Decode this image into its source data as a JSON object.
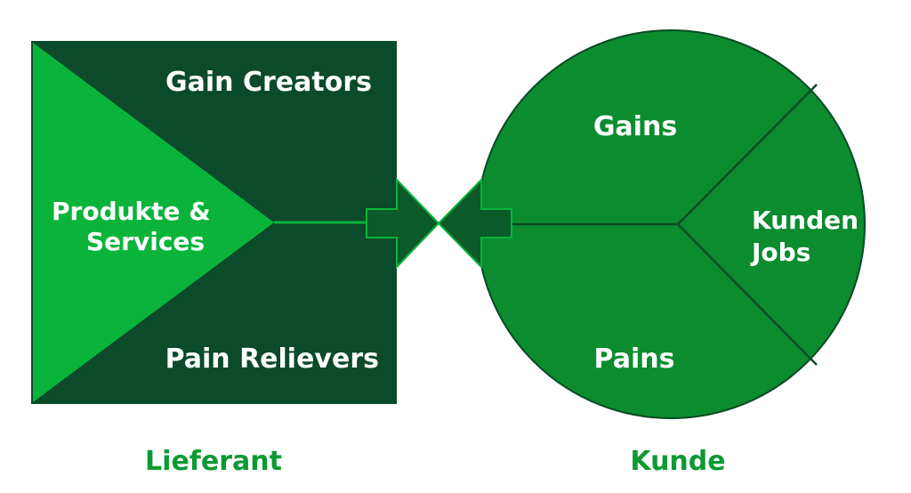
{
  "colors": {
    "square_dark": "#0b4a2a",
    "triangle_bright": "#0ab43a",
    "circle_green": "#0b8c2e",
    "connector_dark": "#0b5a2a",
    "caption_green": "#0c9a32",
    "stroke": "#0a4a26",
    "white": "#ffffff"
  },
  "supplier": {
    "gain_creators": "Gain Creators",
    "products_services_line1": "Produkte &",
    "products_services_line2": "Services",
    "pain_relievers": "Pain Relievers",
    "caption": "Lieferant"
  },
  "customer": {
    "gains": "Gains",
    "customer_jobs_line1": "Kunden",
    "customer_jobs_line2": "Jobs",
    "pains": "Pains",
    "caption": "Kunde"
  }
}
